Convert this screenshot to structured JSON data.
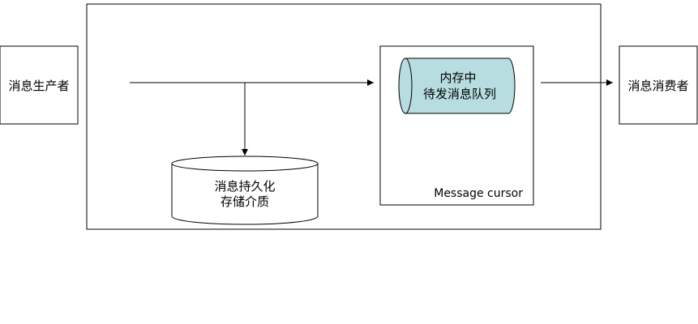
{
  "diagram": {
    "producer": {
      "label": "消息生产者"
    },
    "consumer": {
      "label": "消息消费者"
    },
    "storage": {
      "line1": "消息持久化",
      "line2": "存储介质"
    },
    "cursor_box": {
      "label": "Message cursor"
    },
    "memory_queue": {
      "line1": "内存中",
      "line2": "待发消息队列"
    },
    "colors": {
      "stroke": "#000000",
      "queue_fill": "#b7dde0",
      "background": "#ffffff"
    }
  }
}
